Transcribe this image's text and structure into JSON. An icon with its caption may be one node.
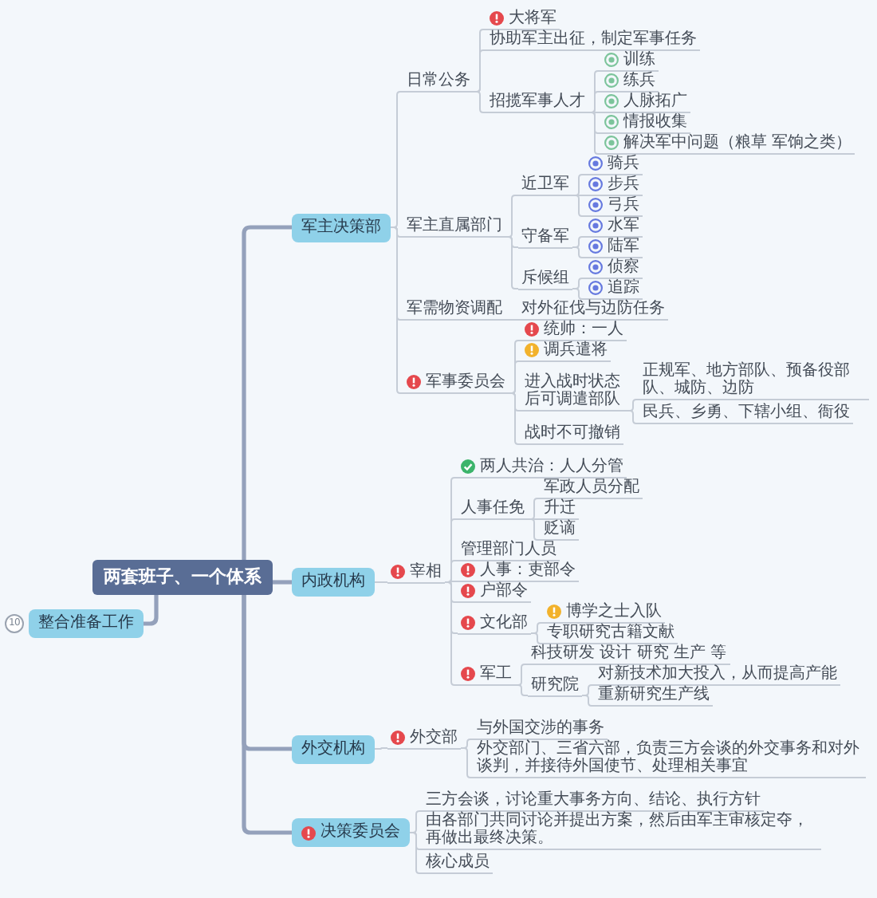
{
  "diagram": {
    "nodes": [
      {
        "text": [
          "两套班子、一个体系"
        ]
      },
      {
        "text": [
          "军主决策部"
        ]
      },
      {
        "text": [
          "日常公务"
        ]
      },
      {
        "text": [
          "大将军"
        ]
      },
      {
        "text": [
          "协助军主出征，制定军事任务"
        ]
      },
      {
        "text": [
          "招揽军事人才"
        ]
      },
      {
        "text": [
          "训练"
        ]
      },
      {
        "text": [
          "练兵"
        ]
      },
      {
        "text": [
          "人脉拓广"
        ]
      },
      {
        "text": [
          "情报收集"
        ]
      },
      {
        "text": [
          "解决军中问题（粮草 军饷之类）"
        ]
      },
      {
        "text": [
          "军主直属部门"
        ]
      },
      {
        "text": [
          "近卫军"
        ]
      },
      {
        "text": [
          "骑兵"
        ]
      },
      {
        "text": [
          "步兵"
        ]
      },
      {
        "text": [
          "弓兵"
        ]
      },
      {
        "text": [
          "守备军"
        ]
      },
      {
        "text": [
          "水军"
        ]
      },
      {
        "text": [
          "陆军"
        ]
      },
      {
        "text": [
          "斥候组"
        ]
      },
      {
        "text": [
          "侦察"
        ]
      },
      {
        "text": [
          "追踪"
        ]
      },
      {
        "text": [
          "军需物资调配"
        ]
      },
      {
        "text": [
          "对外征伐与边防任务"
        ]
      },
      {
        "text": [
          "军事委员会"
        ]
      },
      {
        "text": [
          "统帅：一人"
        ]
      },
      {
        "text": [
          "调兵遣将"
        ]
      },
      {
        "text": [
          "进入战时状态后可调遣部队"
        ]
      },
      {
        "text": [
          "正规军、地方部队、预备役部队、城防、边防"
        ]
      },
      {
        "text": [
          "民兵、乡勇、下辖小组、衙役"
        ]
      },
      {
        "text": [
          "战时不可撤销"
        ]
      },
      {
        "text": [
          "内政机构"
        ]
      },
      {
        "text": [
          "宰相"
        ]
      },
      {
        "text": [
          "两人共治：人人分管"
        ]
      },
      {
        "text": [
          "人事任免"
        ]
      },
      {
        "text": [
          "军政人员分配"
        ]
      },
      {
        "text": [
          "升迁"
        ]
      },
      {
        "text": [
          "贬谪"
        ]
      },
      {
        "text": [
          "管理部门人员"
        ]
      },
      {
        "text": [
          "人事：吏部令"
        ]
      },
      {
        "text": [
          "户部令"
        ]
      },
      {
        "text": [
          "文化部"
        ]
      },
      {
        "text": [
          "博学之士入队"
        ]
      },
      {
        "text": [
          "专职研究古籍文献"
        ]
      },
      {
        "text": [
          "军工"
        ]
      },
      {
        "text": [
          "科技研发 设计 研究 生产 等"
        ]
      },
      {
        "text": [
          "研究院"
        ]
      },
      {
        "text": [
          "对新技术加大投入，从而提高产能"
        ]
      },
      {
        "text": [
          "重新研究生产线"
        ]
      },
      {
        "text": [
          "外交机构"
        ]
      },
      {
        "text": [
          "外交部"
        ]
      },
      {
        "text": [
          "与外国交涉的事务"
        ]
      },
      {
        "text": [
          "外交部门、三省六部，负责三方会谈的外交事务和对外谈判，并接待外国使节、处理相关事宜"
        ]
      },
      {
        "text": [
          "决策委员会"
        ]
      },
      {
        "text": [
          "三方会谈，讨论重大事务方向、结论、执行方针"
        ]
      },
      {
        "text": [
          "由各部门共同讨论并提出方案，然后由军主审核定夺，再做出最终决策。"
        ]
      },
      {
        "text": [
          "核心成员"
        ]
      },
      {
        "text": [
          "整合准备工作"
        ]
      }
    ],
    "edges": [
      {
        "from": 0,
        "to": 1,
        "arrow": "none",
        "style": "thick",
        "color": "#94a1bb"
      },
      {
        "from": 0,
        "to": 31,
        "arrow": "none",
        "style": "thick",
        "color": "#94a1bb"
      },
      {
        "from": 0,
        "to": 49,
        "arrow": "none",
        "style": "thick",
        "color": "#94a1bb"
      },
      {
        "from": 0,
        "to": 53,
        "arrow": "none",
        "style": "thick",
        "color": "#94a1bb"
      },
      {
        "from": 0,
        "to": 57,
        "arrow": "none",
        "style": "thick",
        "color": "#94a1bb"
      },
      {
        "from": 1,
        "to": 2,
        "arrow": "none"
      },
      {
        "from": 2,
        "to": 3,
        "arrow": "none"
      },
      {
        "from": 2,
        "to": 4,
        "arrow": "none"
      },
      {
        "from": 2,
        "to": 5,
        "arrow": "none"
      },
      {
        "from": 5,
        "to": 6,
        "arrow": "none"
      },
      {
        "from": 5,
        "to": 7,
        "arrow": "none"
      },
      {
        "from": 5,
        "to": 8,
        "arrow": "none"
      },
      {
        "from": 5,
        "to": 9,
        "arrow": "none"
      },
      {
        "from": 5,
        "to": 10,
        "arrow": "none"
      },
      {
        "from": 1,
        "to": 11,
        "arrow": "none"
      },
      {
        "from": 11,
        "to": 12,
        "arrow": "none"
      },
      {
        "from": 12,
        "to": 13,
        "arrow": "none"
      },
      {
        "from": 12,
        "to": 14,
        "arrow": "none"
      },
      {
        "from": 12,
        "to": 15,
        "arrow": "none"
      },
      {
        "from": 11,
        "to": 16,
        "arrow": "none"
      },
      {
        "from": 16,
        "to": 17,
        "arrow": "none"
      },
      {
        "from": 16,
        "to": 18,
        "arrow": "none"
      },
      {
        "from": 11,
        "to": 19,
        "arrow": "none"
      },
      {
        "from": 19,
        "to": 20,
        "arrow": "none"
      },
      {
        "from": 19,
        "to": 21,
        "arrow": "none"
      },
      {
        "from": 1,
        "to": 22,
        "arrow": "none"
      },
      {
        "from": 22,
        "to": 23,
        "arrow": "none"
      },
      {
        "from": 1,
        "to": 24,
        "arrow": "none"
      },
      {
        "from": 24,
        "to": 25,
        "arrow": "none"
      },
      {
        "from": 24,
        "to": 26,
        "arrow": "none"
      },
      {
        "from": 24,
        "to": 27,
        "arrow": "none"
      },
      {
        "from": 27,
        "to": 28,
        "arrow": "none"
      },
      {
        "from": 27,
        "to": 29,
        "arrow": "none"
      },
      {
        "from": 24,
        "to": 30,
        "arrow": "none"
      },
      {
        "from": 31,
        "to": 32,
        "arrow": "none"
      },
      {
        "from": 32,
        "to": 33,
        "arrow": "none"
      },
      {
        "from": 32,
        "to": 34,
        "arrow": "none"
      },
      {
        "from": 34,
        "to": 35,
        "arrow": "none"
      },
      {
        "from": 34,
        "to": 36,
        "arrow": "none"
      },
      {
        "from": 34,
        "to": 37,
        "arrow": "none"
      },
      {
        "from": 32,
        "to": 38,
        "arrow": "none"
      },
      {
        "from": 32,
        "to": 39,
        "arrow": "none"
      },
      {
        "from": 32,
        "to": 40,
        "arrow": "none"
      },
      {
        "from": 32,
        "to": 41,
        "arrow": "none"
      },
      {
        "from": 41,
        "to": 42,
        "arrow": "none"
      },
      {
        "from": 41,
        "to": 43,
        "arrow": "none"
      },
      {
        "from": 32,
        "to": 44,
        "arrow": "none"
      },
      {
        "from": 44,
        "to": 45,
        "arrow": "none"
      },
      {
        "from": 44,
        "to": 46,
        "arrow": "none"
      },
      {
        "from": 46,
        "to": 47,
        "arrow": "none"
      },
      {
        "from": 46,
        "to": 48,
        "arrow": "none"
      },
      {
        "from": 49,
        "to": 50,
        "arrow": "none"
      },
      {
        "from": 50,
        "to": 51,
        "arrow": "none"
      },
      {
        "from": 50,
        "to": 52,
        "arrow": "none"
      },
      {
        "from": 53,
        "to": 54,
        "arrow": "none"
      },
      {
        "from": 53,
        "to": 55,
        "arrow": "none"
      },
      {
        "from": 53,
        "to": 56,
        "arrow": "none"
      }
    ],
    "labels": [
      "10"
    ]
  }
}
